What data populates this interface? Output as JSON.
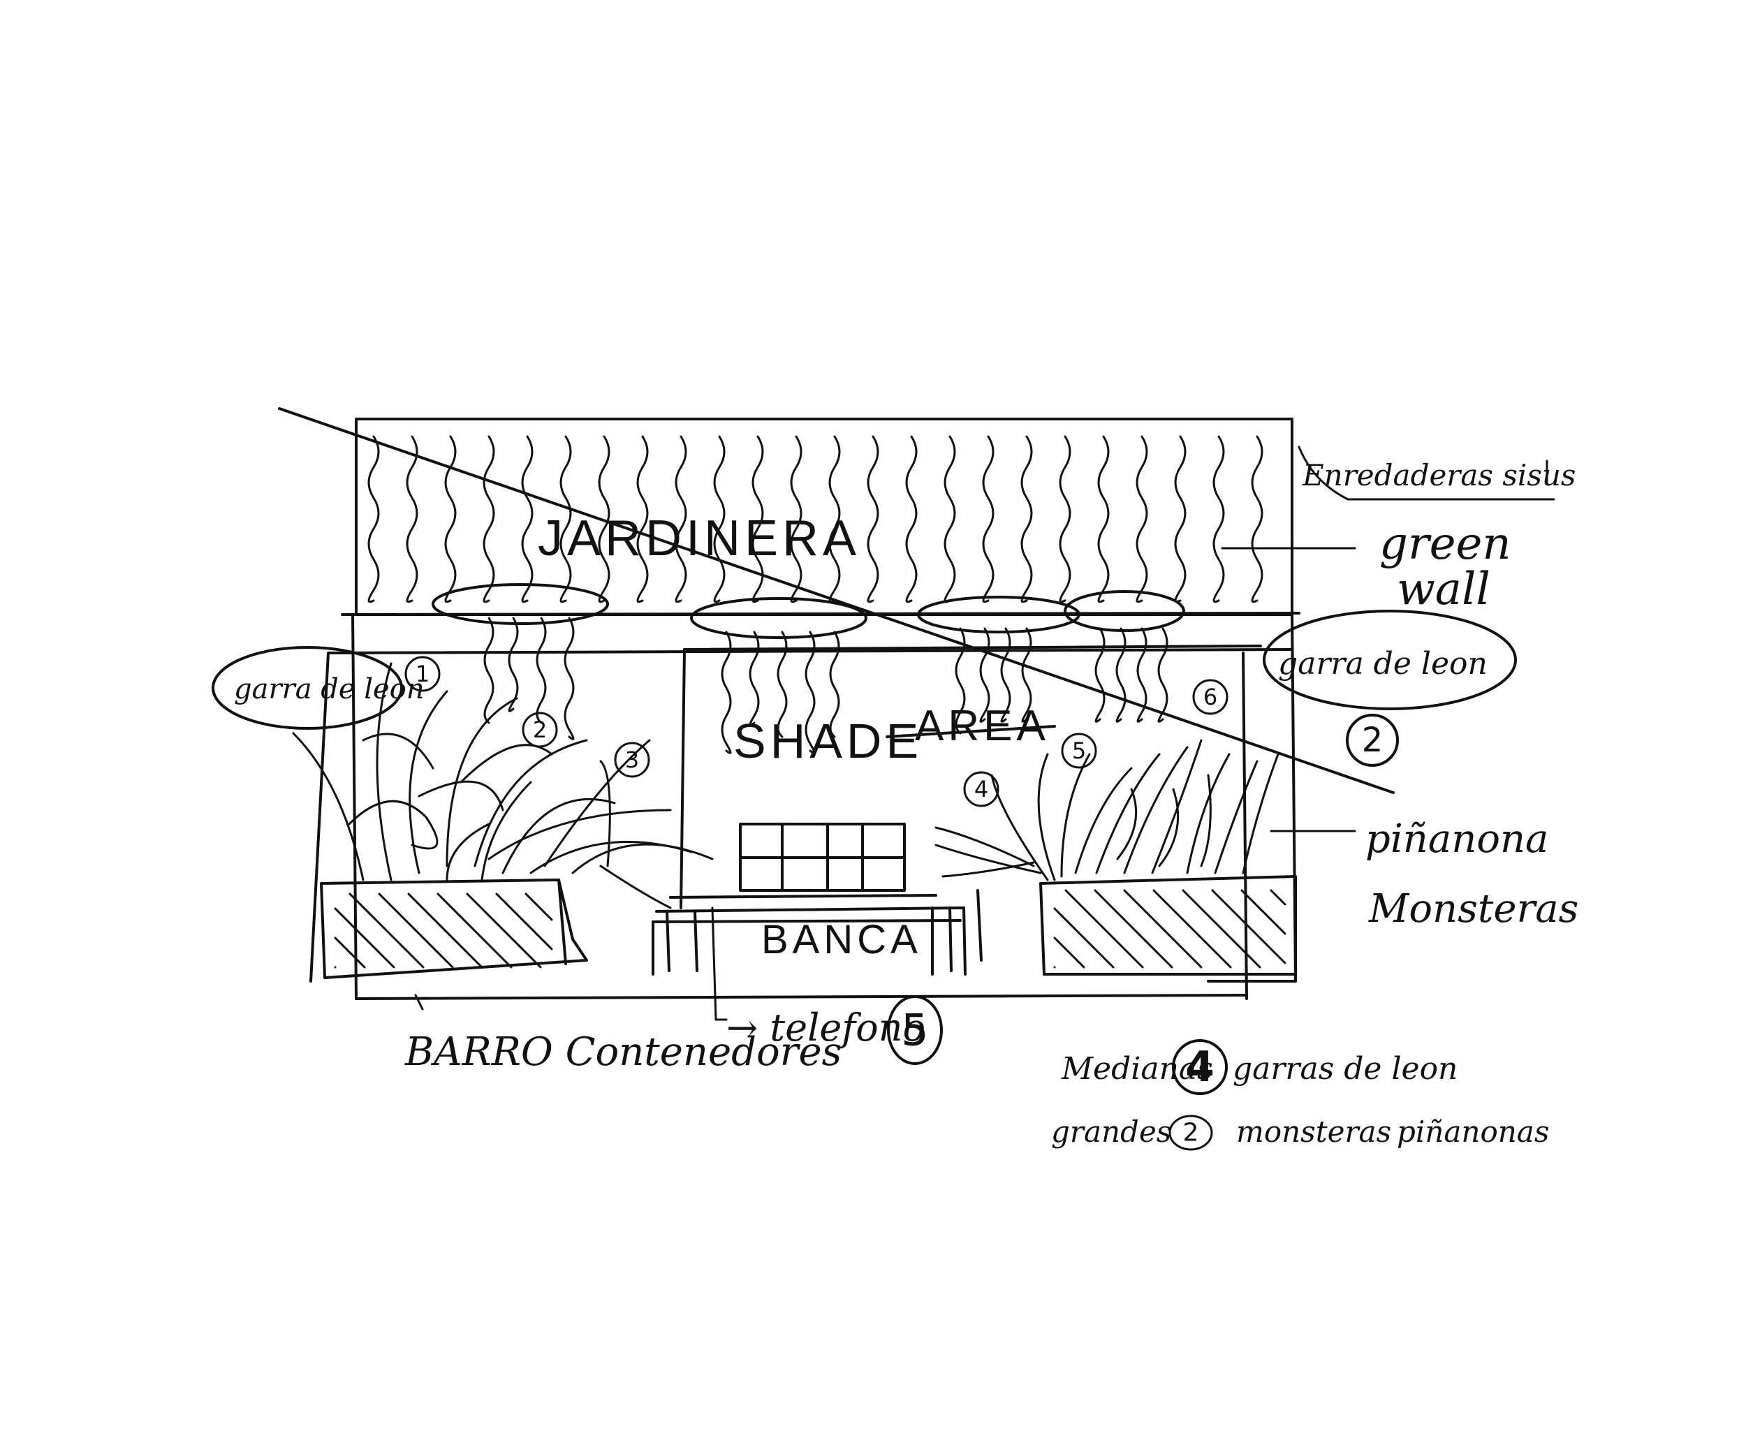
{
  "labels": {
    "planter_title": "JARDINERA",
    "shade_area": "SHADE",
    "shade_crossed": "AREA",
    "bench": "BANCA",
    "barro_containers": "BARRO Contenedores",
    "telefono": "→ telefono",
    "telefono_count": "5",
    "enredaderas": "Enredaderas sisus",
    "green_wall_1": "green",
    "green_wall_2": "wall",
    "garra_left": "garra de leon",
    "garra_right": "garra de leon",
    "garra_right_count": "2",
    "pinanona": "piñanona",
    "monsteras": "Monsteras",
    "note1_prefix": "Medianas",
    "note1_count": "4",
    "note1_suffix": "garras de leon",
    "note2_prefix": "grandes",
    "note2_count": "2",
    "note2_mid": "monsteras",
    "note2_suffix": "piñanonas"
  },
  "plant_numbers": [
    "1",
    "2",
    "3",
    "4",
    "5",
    "6"
  ]
}
